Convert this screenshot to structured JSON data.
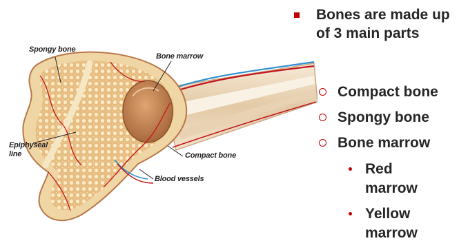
{
  "colors": {
    "bullet_red": "#c00000",
    "text": "#262626",
    "compact_bone": "#f0d6a4",
    "spongy_bone": "#e2b477",
    "marrow": "#c98a58",
    "artery": "#c2161c",
    "vein": "#2f8fd0"
  },
  "diagram": {
    "labels": {
      "spongy_bone": "Spongy bone",
      "bone_marrow": "Bone marrow",
      "epiphyseal_line_1": "Epiphyseal",
      "epiphyseal_line_2": "line",
      "compact_bone": "Compact bone",
      "blood_vessels": "Blood vessels"
    }
  },
  "text_panel": {
    "heading": "Bones are made up of 3 main parts",
    "parts": [
      "Compact bone",
      "Spongy bone",
      "Bone marrow"
    ],
    "marrow_types": [
      "Red marrow",
      "Yellow marrow"
    ],
    "bullet_level1": "square",
    "bullet_level2": "hollow-circle",
    "bullet_level3": "dot"
  }
}
